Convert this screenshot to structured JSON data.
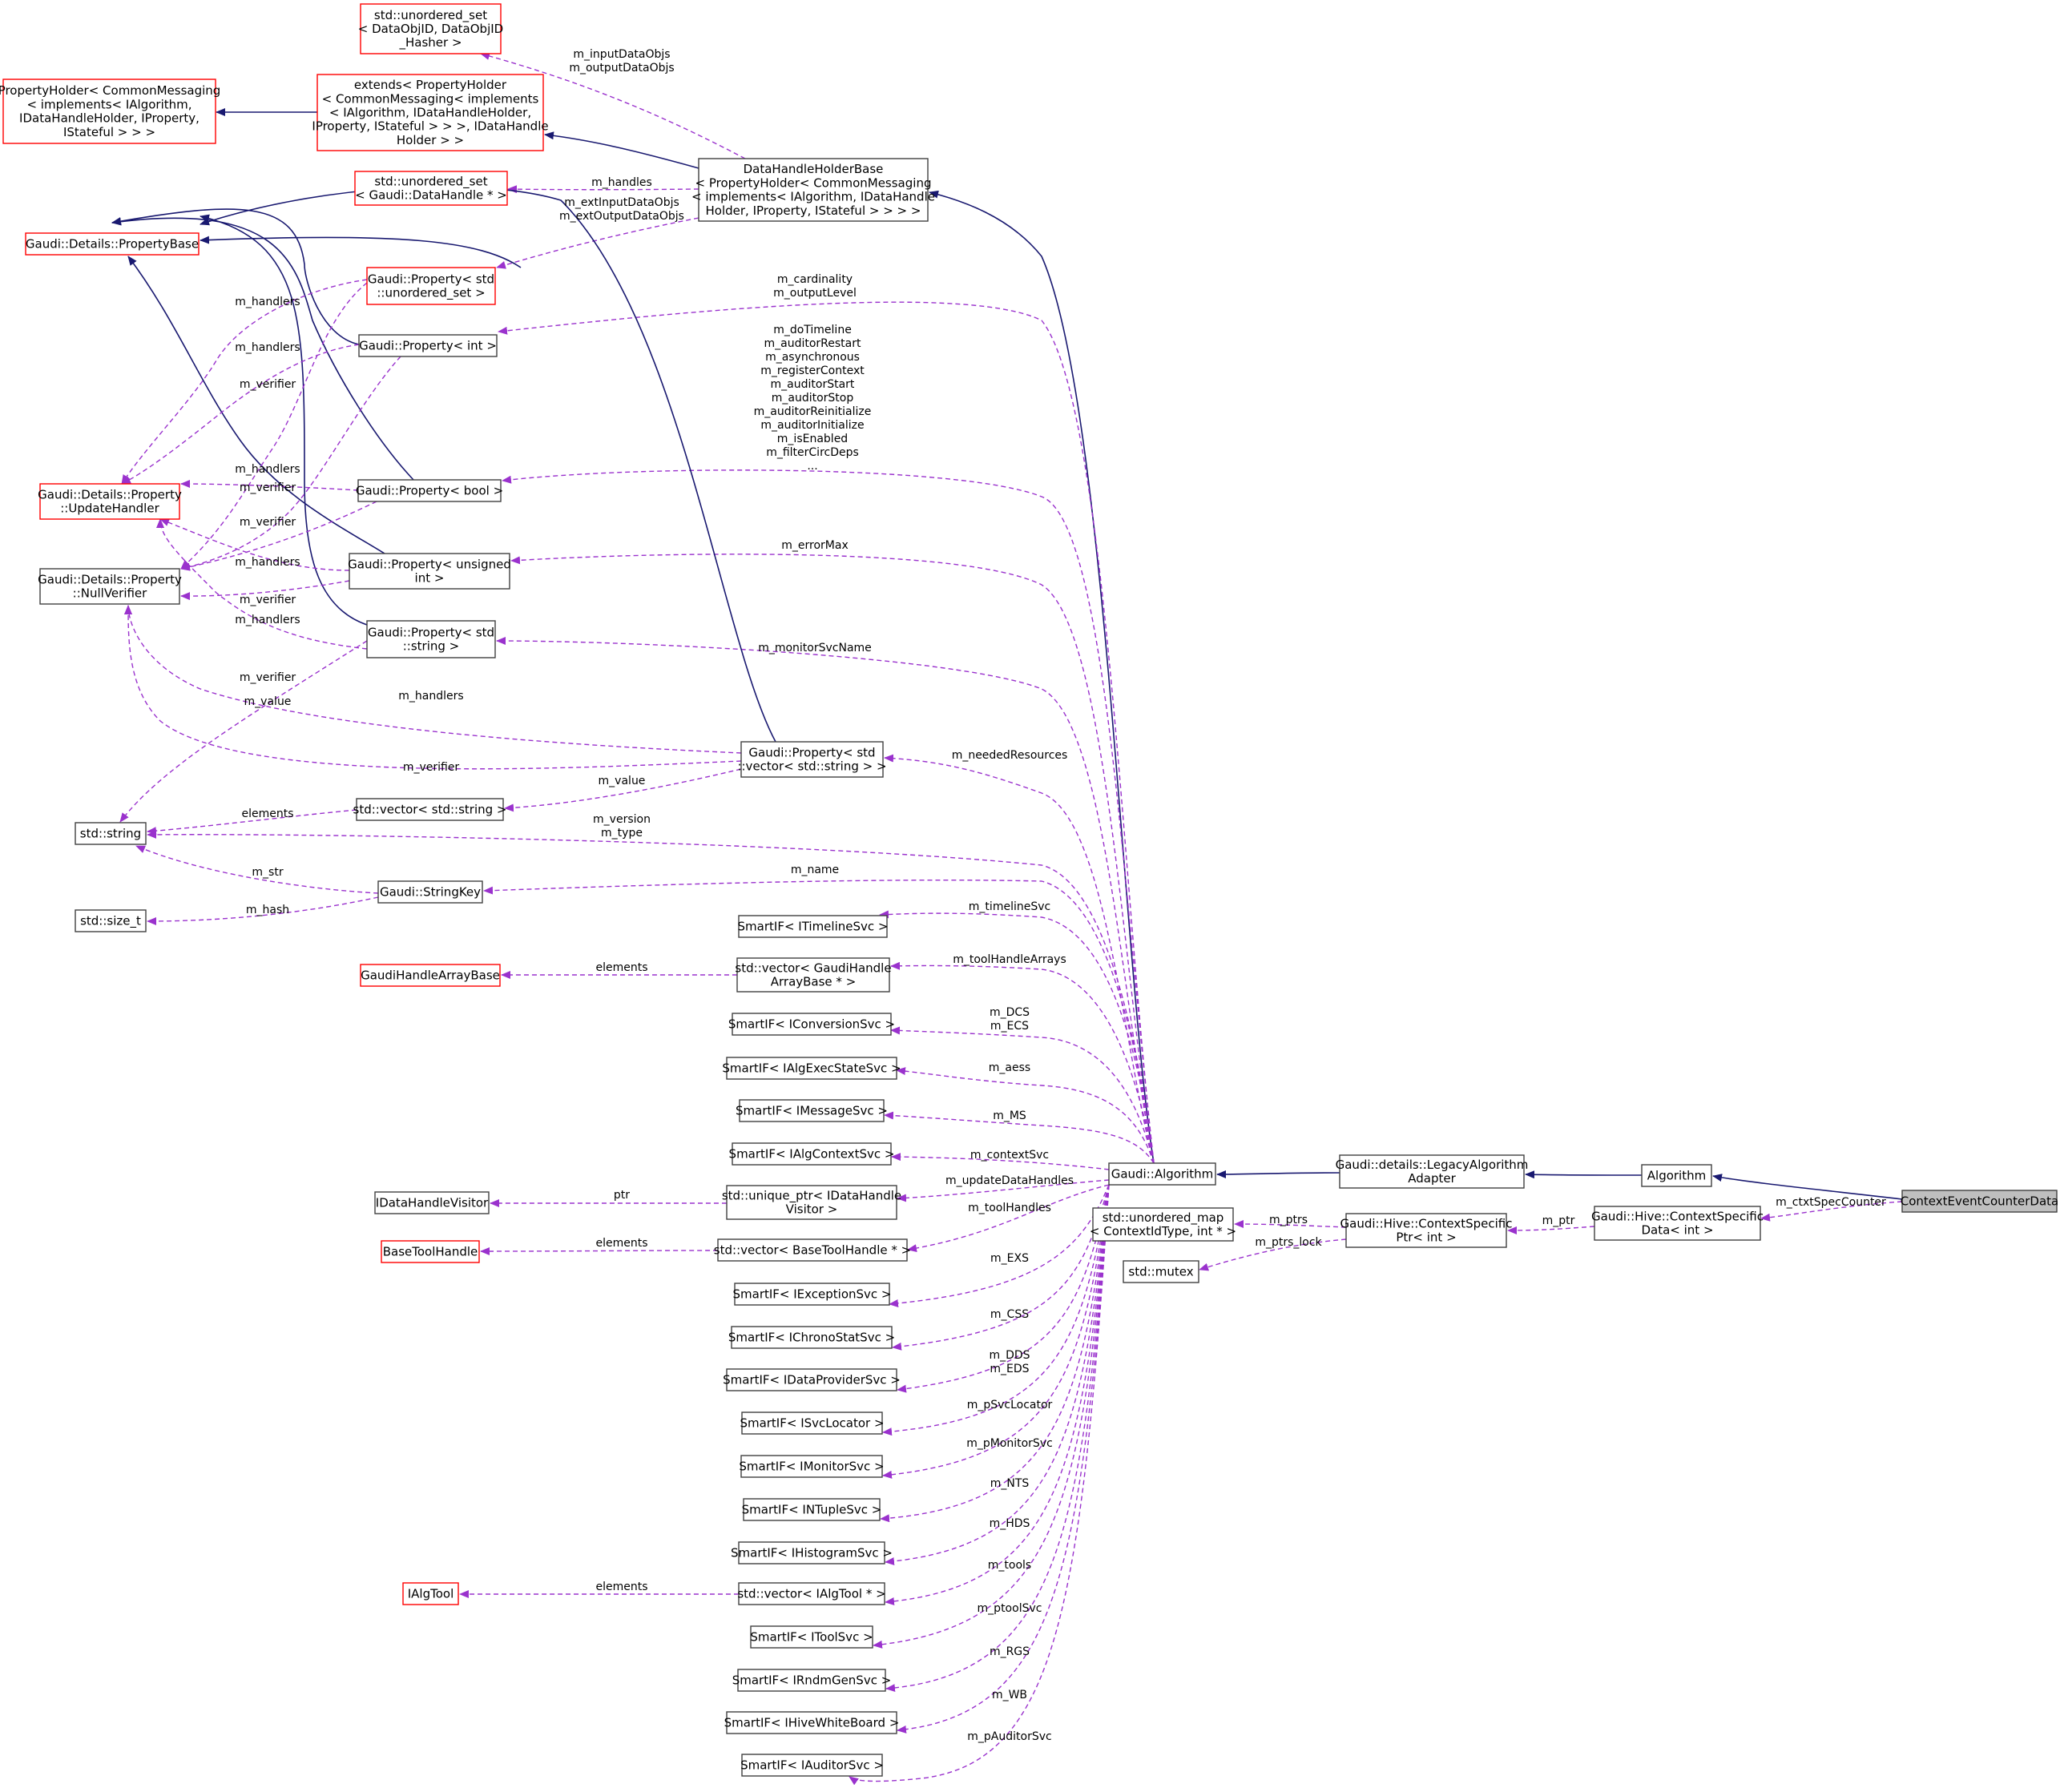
{
  "diagram": {
    "colors": {
      "inherit": "#191970",
      "member": "#9a32cd",
      "box_border": "#404040",
      "box_incomplete": "#ff0000",
      "highlight_fill": "#bfbfbf"
    },
    "nodes": {
      "ctxEvt": {
        "lines": [
          "ContextEventCounterData"
        ],
        "style": "highlight"
      },
      "algorithm": {
        "lines": [
          "Algorithm"
        ]
      },
      "legacy": {
        "lines": [
          "Gaudi::details::LegacyAlgorithm",
          "Adapter"
        ]
      },
      "gaudiAlg": {
        "lines": [
          "Gaudi::Algorithm"
        ]
      },
      "ctxSpecData": {
        "lines": [
          "Gaudi::Hive::ContextSpecific",
          "Data< int >"
        ]
      },
      "ctxSpecPtr": {
        "lines": [
          "Gaudi::Hive::ContextSpecific",
          "Ptr< int >"
        ]
      },
      "umapCtx": {
        "lines": [
          "std::unordered_map",
          "< ContextIdType, int * >"
        ]
      },
      "mutex": {
        "lines": [
          "std::mutex"
        ]
      },
      "dhhb": {
        "lines": [
          "DataHandleHolderBase",
          "< PropertyHolder< CommonMessaging",
          "< implements< IAlgorithm, IDataHandle",
          "Holder, IProperty, IStateful > > > >"
        ]
      },
      "extends": {
        "lines": [
          "extends< PropertyHolder",
          "< CommonMessaging< implements",
          "< IAlgorithm, IDataHandleHolder,",
          "IProperty, IStateful > > >, IDataHandle",
          "Holder > >"
        ],
        "style": "red"
      },
      "propHolder": {
        "lines": [
          "PropertyHolder< CommonMessaging",
          "< implements< IAlgorithm,",
          "IDataHandleHolder, IProperty,",
          "IStateful > > >"
        ],
        "style": "red"
      },
      "usetDataObj": {
        "lines": [
          "std::unordered_set",
          "< DataObjID, DataObjID",
          "_Hasher >"
        ],
        "style": "red"
      },
      "usetDataHandle": {
        "lines": [
          "std::unordered_set",
          "< Gaudi::DataHandle * >"
        ],
        "style": "red"
      },
      "propBase": {
        "lines": [
          "Gaudi::Details::PropertyBase"
        ],
        "style": "red"
      },
      "propUset": {
        "lines": [
          "Gaudi::Property< std",
          "::unordered_set >"
        ],
        "style": "red"
      },
      "propInt": {
        "lines": [
          "Gaudi::Property< int >"
        ]
      },
      "updHandler": {
        "lines": [
          "Gaudi::Details::Property",
          "::UpdateHandler"
        ],
        "style": "red"
      },
      "propBool": {
        "lines": [
          "Gaudi::Property< bool >"
        ]
      },
      "nullVerifier": {
        "lines": [
          "Gaudi::Details::Property",
          "::NullVerifier"
        ]
      },
      "propUint": {
        "lines": [
          "Gaudi::Property< unsigned",
          "int >"
        ]
      },
      "propStr": {
        "lines": [
          "Gaudi::Property< std",
          "::string >"
        ]
      },
      "propVecStr": {
        "lines": [
          "Gaudi::Property< std",
          "::vector< std::string > >"
        ]
      },
      "vecStr": {
        "lines": [
          "std::vector< std::string >"
        ]
      },
      "stdString": {
        "lines": [
          "std::string"
        ]
      },
      "stringKey": {
        "lines": [
          "Gaudi::StringKey"
        ]
      },
      "sizeT": {
        "lines": [
          "std::size_t"
        ]
      },
      "siTimeline": {
        "lines": [
          "SmartIF< ITimelineSvc >"
        ]
      },
      "gaudiHAB": {
        "lines": [
          "GaudiHandleArrayBase"
        ],
        "style": "red"
      },
      "vecGHAB": {
        "lines": [
          "std::vector< GaudiHandle",
          "ArrayBase * >"
        ]
      },
      "siConv": {
        "lines": [
          "SmartIF< IConversionSvc >"
        ]
      },
      "siAlgExec": {
        "lines": [
          "SmartIF< IAlgExecStateSvc >"
        ]
      },
      "siMsg": {
        "lines": [
          "SmartIF< IMessageSvc >"
        ]
      },
      "siAlgCtx": {
        "lines": [
          "SmartIF< IAlgContextSvc >"
        ]
      },
      "idhv": {
        "lines": [
          "IDataHandleVisitor"
        ]
      },
      "uptrIdhv": {
        "lines": [
          "std::unique_ptr< IDataHandle",
          "Visitor >"
        ]
      },
      "baseToolHandle": {
        "lines": [
          "BaseToolHandle"
        ],
        "style": "red"
      },
      "vecBTH": {
        "lines": [
          "std::vector< BaseToolHandle * >"
        ]
      },
      "siExc": {
        "lines": [
          "SmartIF< IExceptionSvc >"
        ]
      },
      "siChrono": {
        "lines": [
          "SmartIF< IChronoStatSvc >"
        ]
      },
      "siDataProv": {
        "lines": [
          "SmartIF< IDataProviderSvc >"
        ]
      },
      "siSvcLoc": {
        "lines": [
          "SmartIF< ISvcLocator >"
        ]
      },
      "siMonitor": {
        "lines": [
          "SmartIF< IMonitorSvc >"
        ]
      },
      "siNTuple": {
        "lines": [
          "SmartIF< INTupleSvc >"
        ]
      },
      "siHisto": {
        "lines": [
          "SmartIF< IHistogramSvc >"
        ]
      },
      "iAlgTool": {
        "lines": [
          "IAlgTool"
        ],
        "style": "red"
      },
      "vecAlgTool": {
        "lines": [
          "std::vector< IAlgTool * >"
        ]
      },
      "siTool": {
        "lines": [
          "SmartIF< IToolSvc >"
        ]
      },
      "siRndm": {
        "lines": [
          "SmartIF< IRndmGenSvc >"
        ]
      },
      "siWB": {
        "lines": [
          "SmartIF< IHiveWhiteBoard >"
        ]
      },
      "siAuditor": {
        "lines": [
          "SmartIF< IAuditorSvc >"
        ]
      }
    },
    "edge_labels": {
      "ctxSpec": [
        "m_ctxtSpecCounter"
      ],
      "ptr": [
        "m_ptr"
      ],
      "ptrs": [
        "m_ptrs"
      ],
      "ptrsLock": [
        "m_ptrs_lock"
      ],
      "dataObjs": [
        "m_inputDataObjs",
        "m_outputDataObjs"
      ],
      "handles": [
        "m_handles"
      ],
      "extDataObjs": [
        "m_extInputDataObjs",
        "m_extOutputDataObjs"
      ],
      "cardinality": [
        "m_cardinality",
        "m_outputLevel"
      ],
      "bools": [
        "m_doTimeline",
        "m_auditorRestart",
        "m_asynchronous",
        "m_registerContext",
        "m_auditorStart",
        "m_auditorStop",
        "m_auditorReinitialize",
        "m_auditorInitialize",
        "m_isEnabled",
        "m_filterCircDeps",
        "..."
      ],
      "errorMax": [
        "m_errorMax"
      ],
      "monitorSvcName": [
        "m_monitorSvcName"
      ],
      "neededResources": [
        "m_neededResources"
      ],
      "versionType": [
        "m_version",
        "m_type"
      ],
      "name": [
        "m_name"
      ],
      "timelineSvc": [
        "m_timelineSvc"
      ],
      "toolHandleArrays": [
        "m_toolHandleArrays"
      ],
      "dcsEcs": [
        "m_DCS",
        "m_ECS"
      ],
      "aess": [
        "m_aess"
      ],
      "ms": [
        "m_MS"
      ],
      "contextSvc": [
        "m_contextSvc"
      ],
      "updateDataHandles": [
        "m_updateDataHandles"
      ],
      "toolHandles": [
        "m_toolHandles"
      ],
      "exs": [
        "m_EXS"
      ],
      "css": [
        "m_CSS"
      ],
      "ddsEds": [
        "m_DDS",
        "m_EDS"
      ],
      "pSvcLocator": [
        "m_pSvcLocator"
      ],
      "pMonitorSvc": [
        "m_pMonitorSvc"
      ],
      "nts": [
        "m_NTS"
      ],
      "hds": [
        "m_HDS"
      ],
      "tools": [
        "m_tools"
      ],
      "ptoolSvc": [
        "m_ptoolSvc"
      ],
      "rgs": [
        "m_RGS"
      ],
      "wb": [
        "m_WB"
      ],
      "pAuditorSvc": [
        "m_pAuditorSvc"
      ],
      "elements": [
        "elements"
      ],
      "ptrLbl": [
        "ptr"
      ],
      "mHandlers": [
        "m_handlers"
      ],
      "mVerifier": [
        "m_verifier"
      ],
      "mValue": [
        "m_value"
      ],
      "mStr": [
        "m_str"
      ],
      "mHash": [
        "m_hash"
      ]
    }
  }
}
